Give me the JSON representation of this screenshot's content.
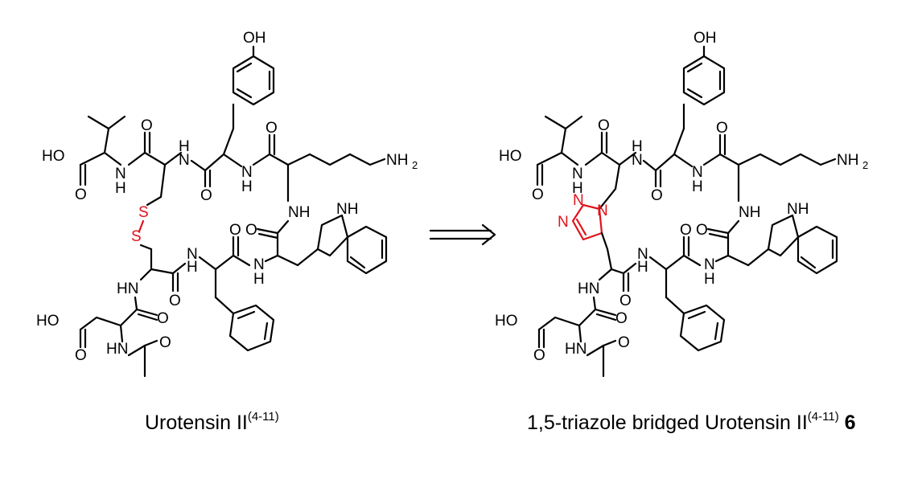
{
  "left_structure": {
    "caption": "Urotensin II",
    "caption_sup": "(4-11)",
    "bridge_label_1": "S",
    "bridge_label_2": "S",
    "labels": {
      "oh": "OH",
      "ho_top": "HO",
      "ho_bottom": "HO",
      "nh2": "NH",
      "nh": "NH",
      "hn": "HN",
      "n": "N",
      "h": "H",
      "o": "O"
    }
  },
  "right_structure": {
    "caption": "1,5-triazole bridged Urotensin II",
    "caption_sup": "(4-11)",
    "caption_bold": "6",
    "triazole_n1": "N",
    "triazole_n2": "N",
    "triazole_n3": "N"
  },
  "arrow": "⟹",
  "colors": {
    "bridge": "#e0131b",
    "ink": "#000000"
  }
}
